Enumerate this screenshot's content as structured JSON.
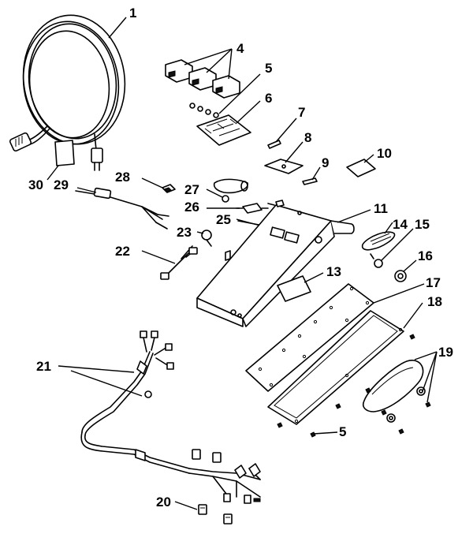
{
  "callouts": {
    "c1": "1",
    "c4": "4",
    "c5": "5",
    "c6": "6",
    "c7": "7",
    "c8": "8",
    "c9": "9",
    "c10": "10",
    "c11": "11",
    "c13": "13",
    "c14": "14",
    "c15": "15",
    "c16": "16",
    "c17": "17",
    "c18": "18",
    "c19": "19",
    "c20": "20",
    "c21": "21",
    "c22": "22",
    "c23": "23",
    "c25": "25",
    "c26": "26",
    "c27": "27",
    "c28": "28",
    "c29": "29",
    "c30": "30",
    "c5b": "5"
  }
}
